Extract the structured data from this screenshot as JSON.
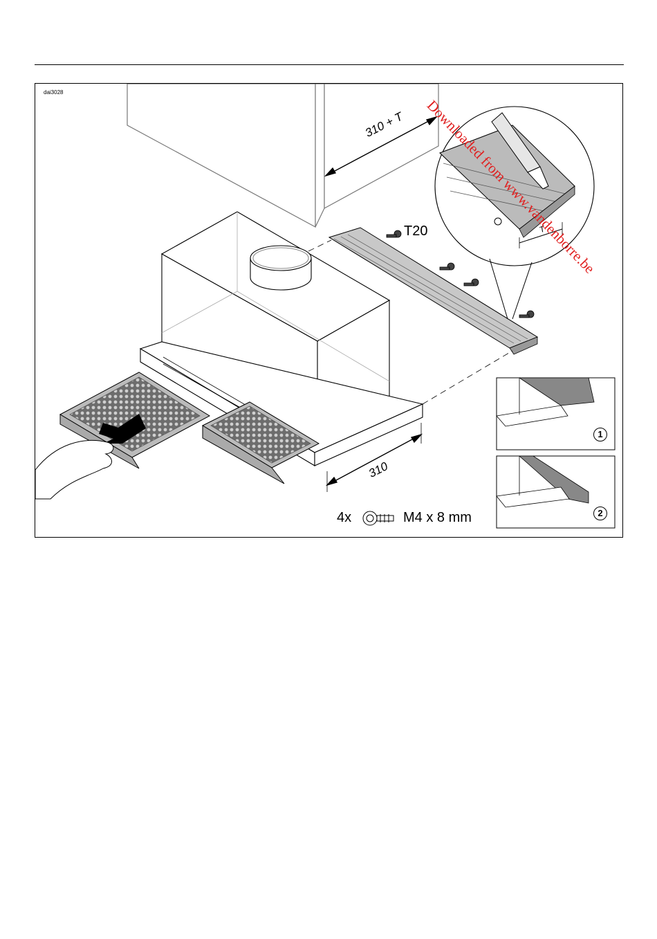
{
  "page": {
    "watermark": "Downloaded from www.vandenborre.be"
  },
  "figure": {
    "reference": "dai3028",
    "tool_label": "T20",
    "dimension_upper": "310 + T",
    "dimension_lower": "310",
    "detail_dimension": "T",
    "screw_quantity": "4x",
    "screw_spec": "M4 x 8 mm",
    "step_1": "1",
    "step_2": "2"
  }
}
